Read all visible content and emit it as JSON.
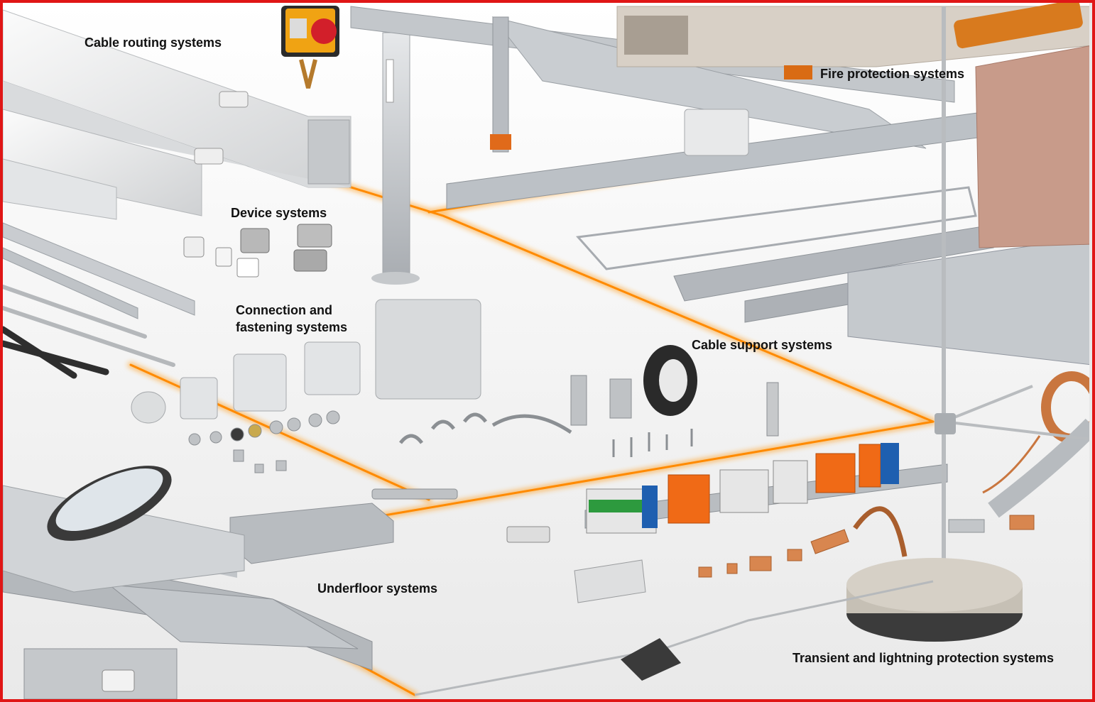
{
  "colors": {
    "frame_border": "#e01616",
    "glow_line": "#ff8a00",
    "background": "#f4f4f4",
    "label_text": "#111111"
  },
  "labels": {
    "cable_routing": "Cable routing systems",
    "fire_protection": "Fire protection systems",
    "device_systems": "Device systems",
    "connection_line1": "Connection and",
    "connection_line2": "fastening systems",
    "cable_support": "Cable support systems",
    "underfloor": "Underfloor systems",
    "transient": "Transient and lightning protection systems"
  }
}
